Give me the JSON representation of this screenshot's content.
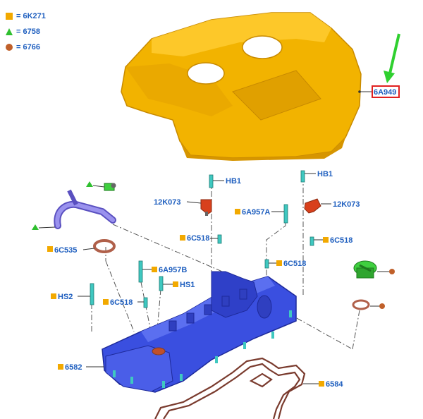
{
  "legend": [
    {
      "symbol": "square",
      "color": "#f2a900",
      "text": "= 6K271"
    },
    {
      "symbol": "triangle",
      "color": "#2fbf2f",
      "text": "= 6758"
    },
    {
      "symbol": "circle",
      "color": "#c0602a",
      "text": "= 6766"
    }
  ],
  "callouts": {
    "engine_cover": "6A949",
    "hb1_left": "HB1",
    "hb1_right": "HB1",
    "sensor_left": "12K073",
    "sensor_right": "12K073",
    "sleeve_a_mid": "6A957A",
    "sleeve_b": "6A957B",
    "bolt_6c518_left": "6C518",
    "bolt_6c518_mid": "6C518",
    "bolt_6c518_right": "6C518",
    "bolt_6c518_lower": "6C518",
    "seal_6c535": "6C535",
    "hs1": "HS1",
    "hs2": "HS2",
    "valve_cover": "6582",
    "gasket": "6584"
  },
  "colors": {
    "label": "#1f5fbf",
    "cover_yellow": "#f2b300",
    "valve_blue": "#3a4fe0",
    "hose_purple": "#7a6fd8",
    "sensor_red": "#d8401c",
    "cap_green": "#3fcf3f",
    "oring_brown": "#b0604a",
    "gasket_brown": "#7a3b2e",
    "bolt_cyan": "#3fc8c0",
    "highlight_box": "#e02020",
    "arrow_green": "#2fd02f"
  },
  "icons": {
    "legend_square": "orange-square-icon",
    "legend_triangle": "green-triangle-icon",
    "legend_circle": "brown-circle-icon"
  }
}
